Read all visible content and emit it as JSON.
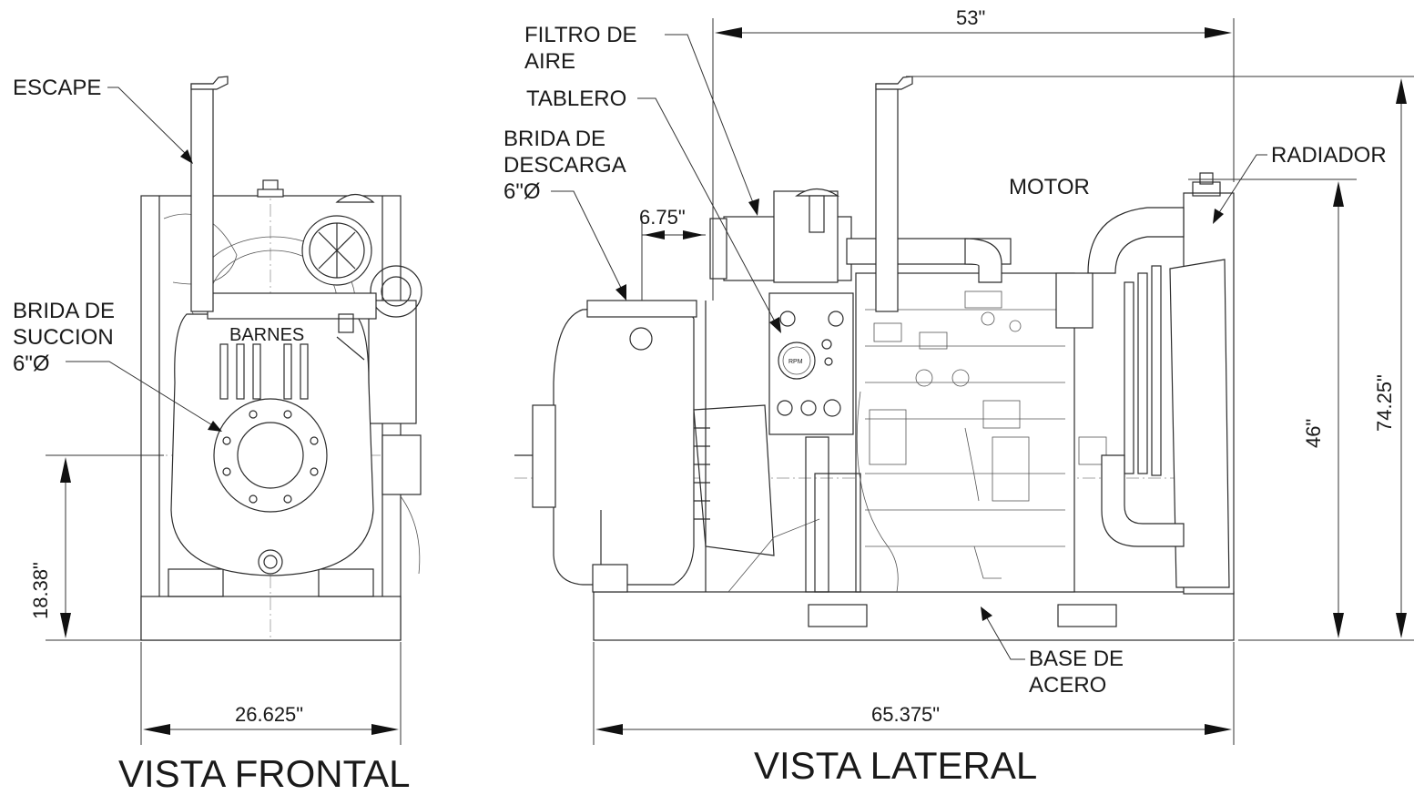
{
  "labels": {
    "escape": "ESCAPE",
    "brida_succion": [
      "BRIDA DE",
      "SUCCION",
      "6\"Ø"
    ],
    "barnes": "BARNES",
    "filtro_aire": [
      "FILTRO DE",
      "AIRE"
    ],
    "tablero": "TABLERO",
    "brida_descarga": [
      "BRIDA DE",
      "DESCARGA",
      "6\"Ø"
    ],
    "motor": "MOTOR",
    "radiador": "RADIADOR",
    "base_acero": [
      "BASE DE",
      "ACERO"
    ],
    "rpm": "RPM"
  },
  "dimensions": {
    "top_length": "53\"",
    "flange_offset": "6.75\"",
    "front_height": "18.38\"",
    "front_width": "26.625\"",
    "side_length": "65.375\"",
    "axis_height": "46\"",
    "overall_height": "74.25\""
  },
  "titles": {
    "front": "VISTA FRONTAL",
    "side": "VISTA LATERAL"
  }
}
